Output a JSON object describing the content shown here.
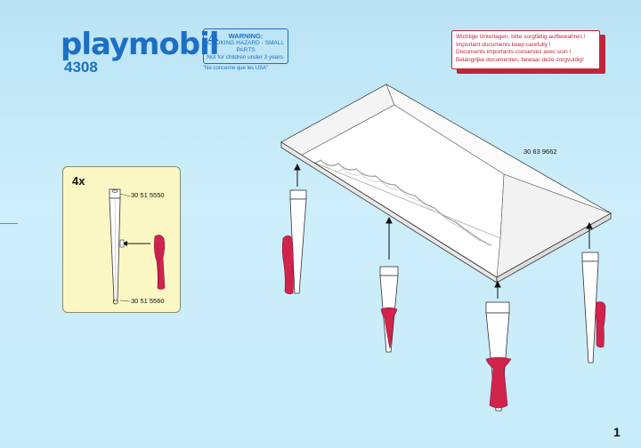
{
  "header": {
    "brand": "playmobil",
    "set_number": "4308"
  },
  "warning": {
    "title": "WARNING:",
    "line1": "CHOKING HAZARD - SMALL PARTS",
    "line2": "Not for children under 3 years.",
    "note": "\"Ne concerne que les USA\""
  },
  "notice": {
    "lines": [
      "Wichtige Unterlagen, bitte sorgfältig aufbewahren !",
      "Important documents keep carefully !",
      "Documents importants conservez avec soin !",
      "Belangrijke documenten, bewaar deze zorgvuldig!"
    ]
  },
  "detail": {
    "quantity": "4x",
    "part_top": "30 51 5550",
    "part_bottom": "30 51 5560"
  },
  "canopy": {
    "part_number": "30 63 9662"
  },
  "page": {
    "number": "1"
  },
  "colors": {
    "brand_blue": "#1d6fc4",
    "notice_red": "#c0263a",
    "drape_crimson": "#d0244d",
    "detail_bg": "#fbf7c4"
  }
}
